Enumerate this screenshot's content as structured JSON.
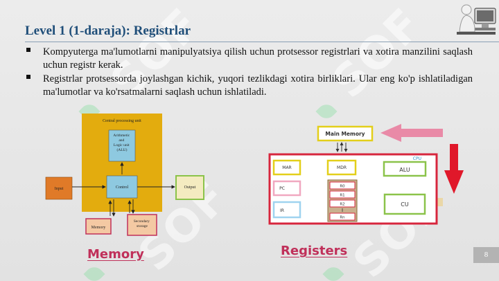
{
  "slide": {
    "title": "Level 1 (1-daraja): Registrlar",
    "bullets": [
      "Kompyuterga ma'lumotlarni manipulyatsiya qilish uchun protsessor registrlari va xotira manzilini saqlash uchun registr kerak.",
      "Registrlar protsessorda joylashgan kichik, yuqori tezlikdagi xotira birliklari. Ular eng ko'p ishlatiladigan ma'lumotlar va ko'rsatmalarni saqlash uchun ishlatiladi."
    ],
    "page_number": "8"
  },
  "left_diagram": {
    "cpu_label": "Central processing unit",
    "alu": "Arithmetic and Logic unit (ALU)",
    "alu_lines": [
      "Arithmetic",
      "and",
      "Logic unit",
      "(ALU)"
    ],
    "control": "Control",
    "input": "Input",
    "output": "Output",
    "memory": "Memory",
    "secondary": "Secondary storage",
    "secondary_lines": [
      "Secondary",
      "storage"
    ],
    "caption": "Memory"
  },
  "right_diagram": {
    "main_memory": "Main Memory",
    "cpu": "CPU",
    "mar": "MAR",
    "mdr": "MDR",
    "pc": "PC",
    "ir": "IR",
    "alu": "ALU",
    "cu": "CU",
    "regs": [
      "R0",
      "R1",
      "R2",
      "Rn"
    ],
    "caption": "Registers"
  },
  "colors": {
    "title": "#1f4e79",
    "cpu_box": "#e3ac0e",
    "unit_box": "#8ec9e0",
    "cpu_border": "#d7263d",
    "caption": "#c0305a"
  }
}
